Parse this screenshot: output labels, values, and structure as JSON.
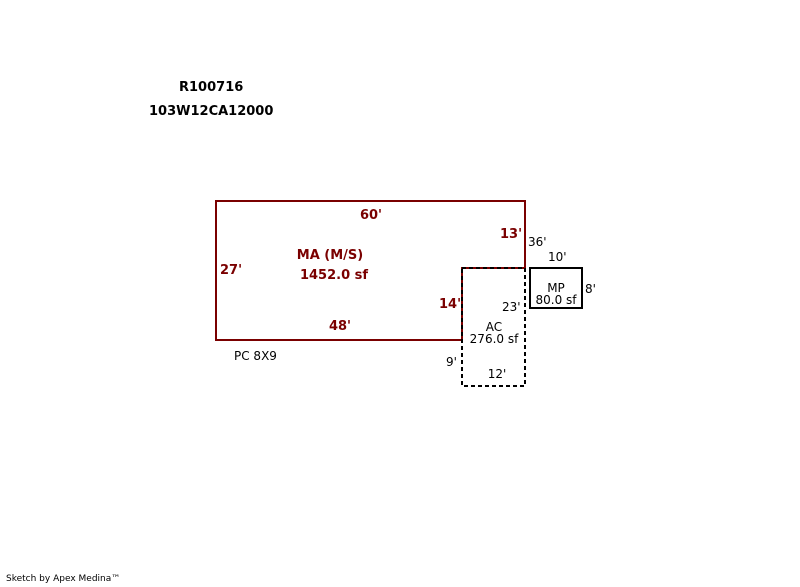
{
  "header": {
    "parcel_id": "R100716",
    "map_number": "103W12CA12000"
  },
  "main_area": {
    "label": "MA (M/S)",
    "area": "1452.0 sf",
    "dim_top": "60'",
    "dim_left": "27'",
    "dim_bottom": "48'",
    "dim_right_upper": "13'",
    "dim_step": "14'"
  },
  "ac_area": {
    "label": "AC",
    "area": "276.0 sf",
    "dim_right": "23'",
    "dim_left": "9'",
    "dim_bottom": "12'"
  },
  "mp_area": {
    "label": "MP",
    "area": "80.0 sf",
    "dim_top": "10'",
    "dim_right": "8'"
  },
  "labels": {
    "dim_36": "36'",
    "pc": "PC 8X9"
  },
  "footer": {
    "credit": "Sketch by Apex Medina™"
  },
  "colors": {
    "main_outline": "#7a0000",
    "secondary_outline": "#000000"
  }
}
